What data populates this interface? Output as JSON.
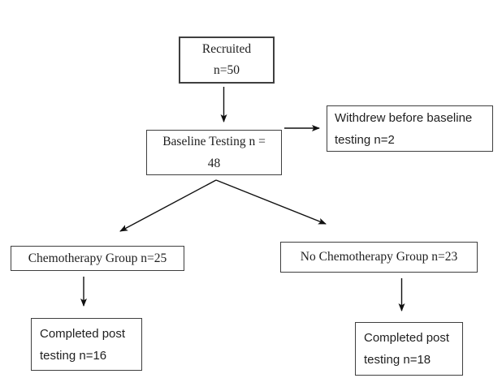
{
  "flowchart": {
    "nodes": {
      "recruited": {
        "line1": "Recruited",
        "line2": "n=50"
      },
      "baseline_testing": {
        "line1": "Baseline Testing n =",
        "line2": "48"
      },
      "withdrew": {
        "line1": "Withdrew before baseline",
        "line2": "testing n=2"
      },
      "chemotherapy_group": {
        "label": "Chemotherapy Group n=25"
      },
      "no_chemotherapy_group": {
        "label": "No Chemotherapy Group n=23"
      },
      "completed_chemo": {
        "line1": "Completed post",
        "line2": "testing n=16"
      },
      "completed_no_chemo": {
        "line1": "Completed post",
        "line2": "testing n=18"
      }
    },
    "colors": {
      "background": "#ffffff",
      "box_border": "#3f3f3f",
      "text": "#1f1f1f",
      "arrow": "#111111"
    }
  }
}
